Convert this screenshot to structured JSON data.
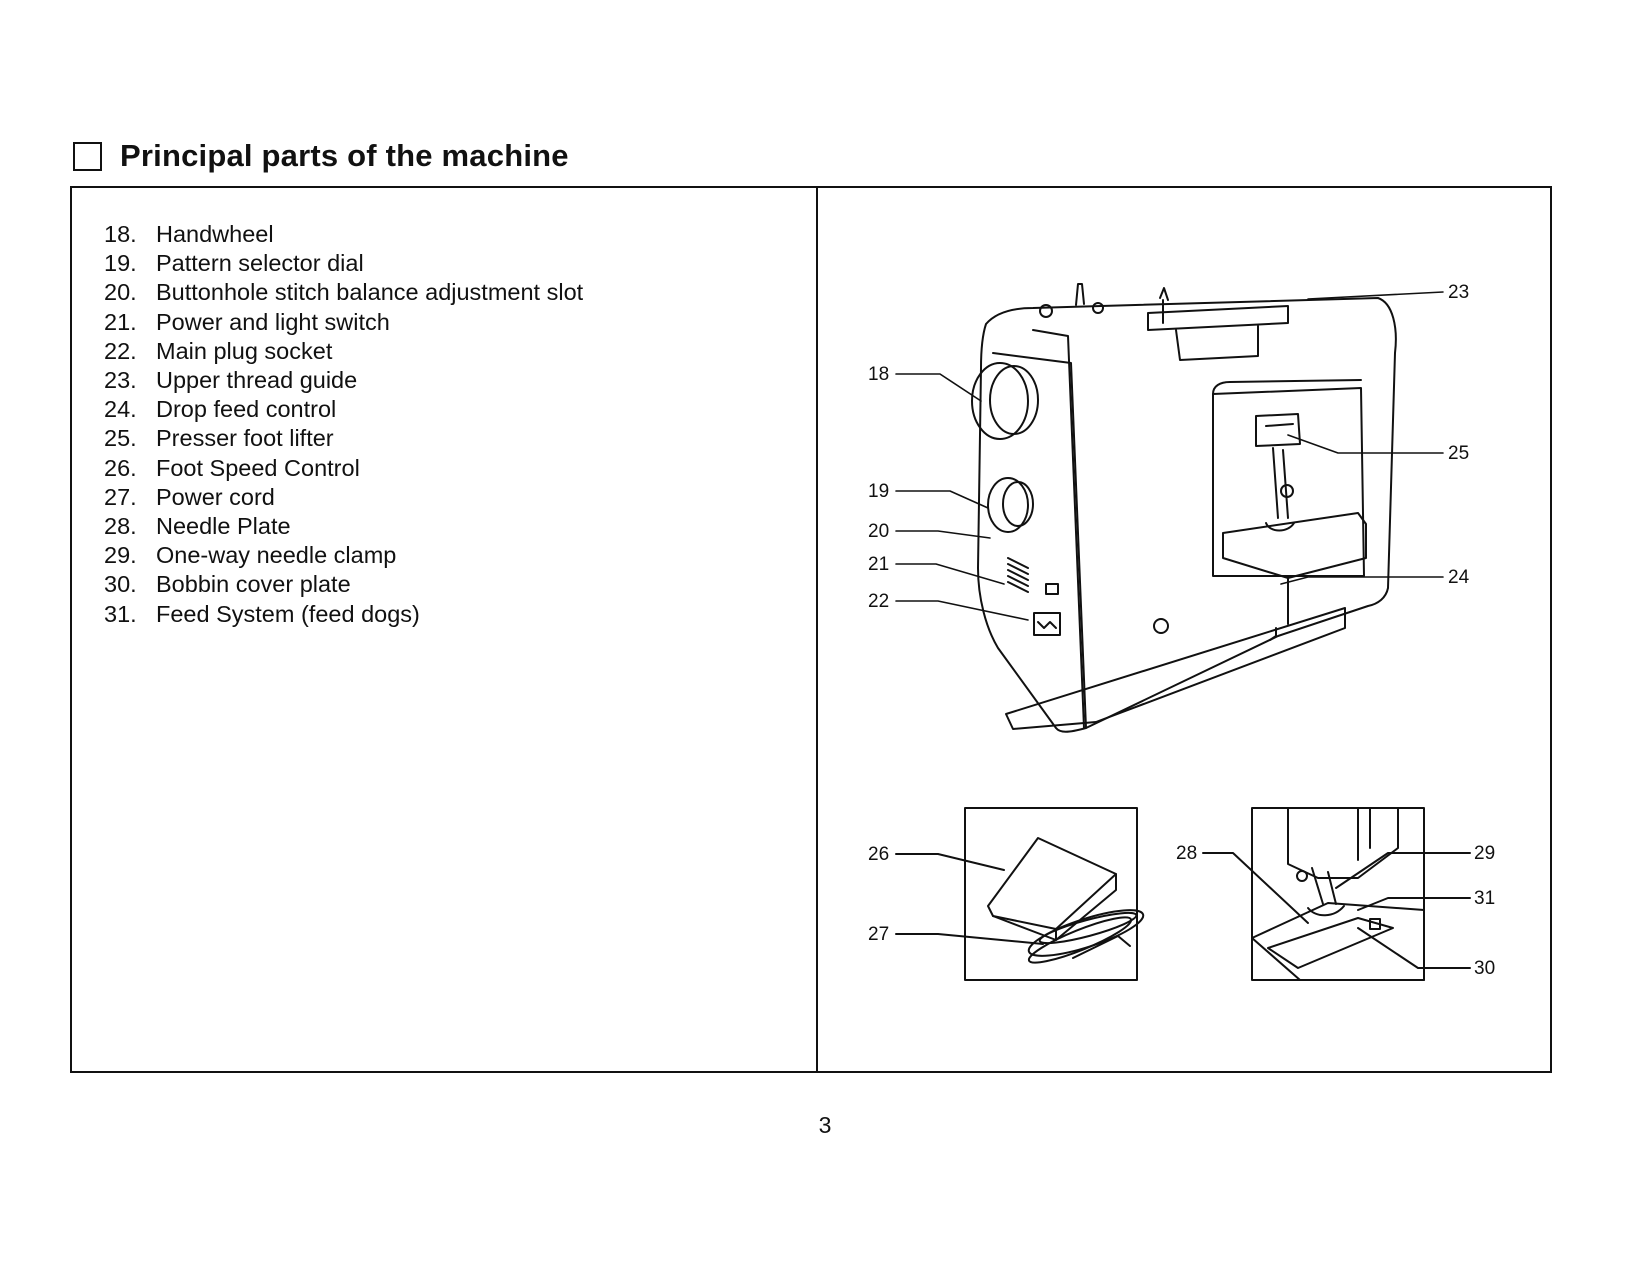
{
  "page": {
    "title": "Principal parts of the machine",
    "page_number": "3"
  },
  "parts": [
    {
      "number": "18.",
      "name": "Handwheel"
    },
    {
      "number": "19.",
      "name": "Pattern selector dial"
    },
    {
      "number": "20.",
      "name": "Buttonhole stitch balance adjustment slot"
    },
    {
      "number": "21.",
      "name": "Power and light switch"
    },
    {
      "number": "22.",
      "name": "Main plug socket"
    },
    {
      "number": "23.",
      "name": "Upper thread guide"
    },
    {
      "number": "24.",
      "name": "Drop feed control"
    },
    {
      "number": "25.",
      "name": "Presser foot lifter"
    },
    {
      "number": "26.",
      "name": "Foot Speed Control"
    },
    {
      "number": "27.",
      "name": "Power cord"
    },
    {
      "number": "28.",
      "name": "Needle Plate"
    },
    {
      "number": "29.",
      "name": "One-way needle clamp"
    },
    {
      "number": "30.",
      "name": "Bobbin cover plate"
    },
    {
      "number": "31.",
      "name": "Feed System (feed dogs)"
    }
  ],
  "callouts": {
    "c18": "18",
    "c19": "19",
    "c20": "20",
    "c21": "21",
    "c22": "22",
    "c23": "23",
    "c24": "24",
    "c25": "25",
    "c26": "26",
    "c27": "27",
    "c28": "28",
    "c29": "29",
    "c30": "30",
    "c31": "31"
  }
}
